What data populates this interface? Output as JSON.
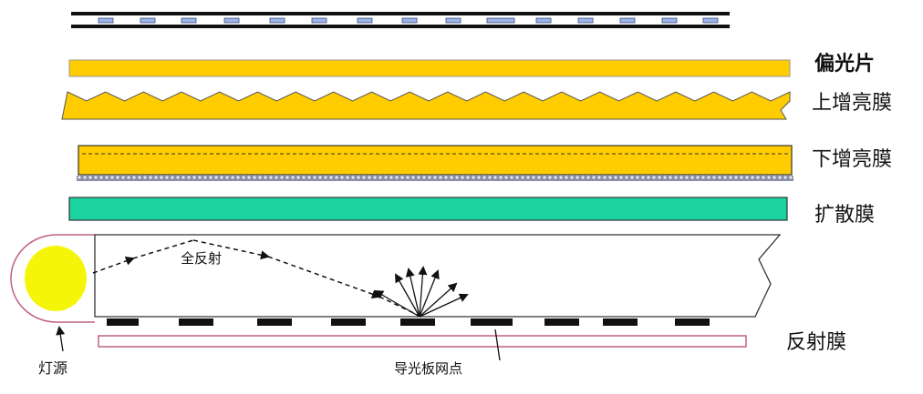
{
  "layers": {
    "polarizer": "偏光片",
    "upper_brightness_film": "上增亮膜",
    "lower_brightness_film": "下增亮膜",
    "diffuser_film": "扩散膜",
    "reflector_film": "反射膜"
  },
  "annotations": {
    "total_reflection": "全反射",
    "light_source": "灯源",
    "light_guide_dots": "导光板网点"
  },
  "colors": {
    "film_yellow": "#FFCC00",
    "diffuser_green": "#1BD3A0",
    "light_yellow": "#F5F50A",
    "lamp_housing": "#C06080",
    "reflector_outline": "#C06080",
    "dot_black": "#111111",
    "polarizer_cell": "#9DB4E8"
  }
}
